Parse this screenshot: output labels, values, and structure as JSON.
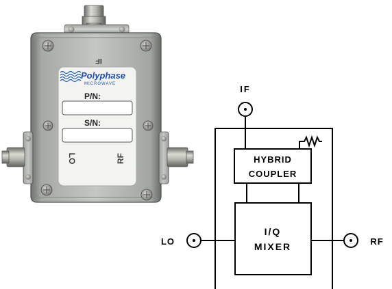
{
  "product": {
    "logo_text": "Polyphase",
    "logo_sub": "MICROWAVE",
    "pn_label": "P/N:",
    "sn_label": "S/N:",
    "port_if": "IF",
    "port_lo": "LO",
    "port_rf": "RF"
  },
  "diagram": {
    "if_label": "IF",
    "lo_label": "LO",
    "rf_label": "RF",
    "coupler_line1": "HYBRID",
    "coupler_line2": "COUPLER",
    "mixer_line1": "I/Q",
    "mixer_line2": "MIXER"
  }
}
